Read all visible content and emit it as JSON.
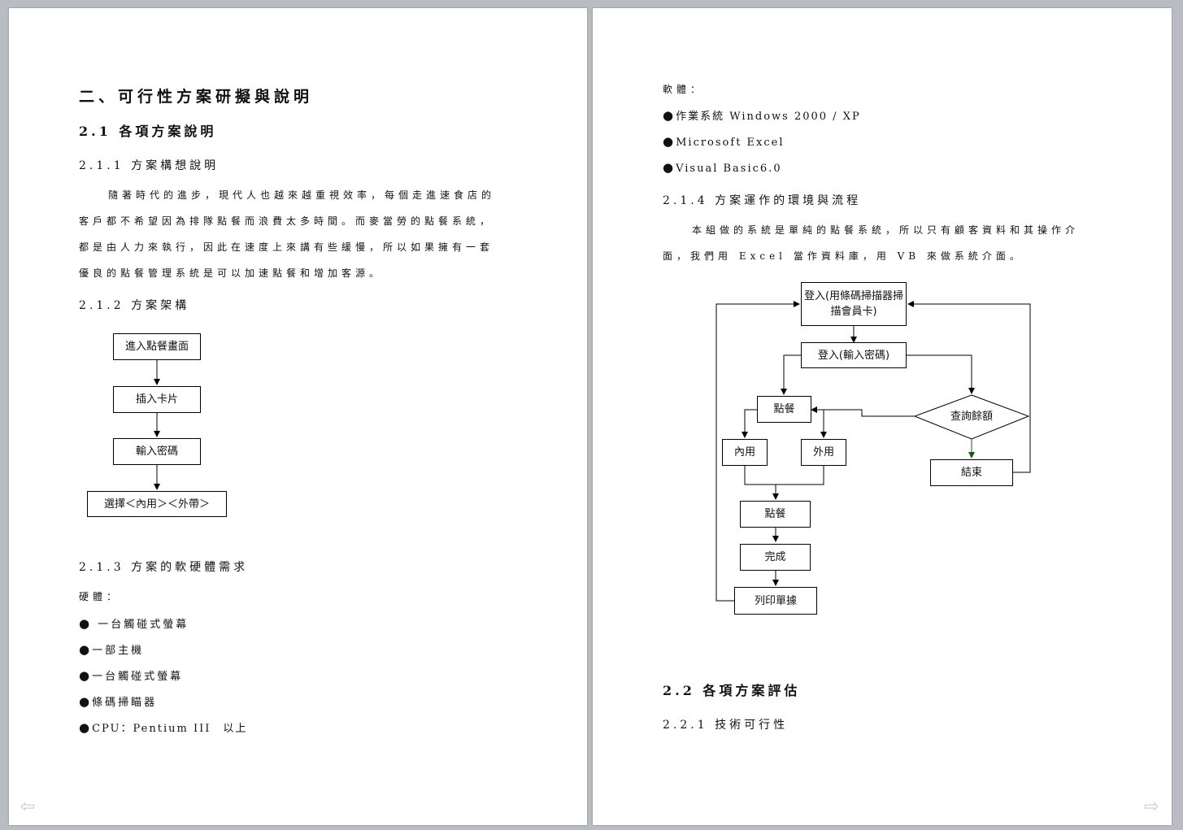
{
  "left": {
    "heading1": "二、可行性方案研擬與說明",
    "heading2": "2.1 各項方案說明",
    "section_211": "2.1.1 方案構想說明",
    "para_211": [
      "隨著時代的進步，現代人也越來越重視效率，每個走進速食店的",
      "客戶都不希望因為排隊點餐而浪費太多時間。而麥當勞的點餐系統，",
      "都是由人力來執行，因此在速度上來講有些緩慢，所以如果擁有一套",
      "優良的點餐管理系統是可以加速點餐和增加客源。"
    ],
    "section_212": "2.1.2 方案架構",
    "flow1": [
      "進入點餐畫面",
      "插入卡片",
      "輸入密碼",
      "選擇＜內用＞＜外帶＞"
    ],
    "section_213": "2.1.3 方案的軟硬體需求",
    "hardware_label": "硬體：",
    "hardware_items": [
      " 一台觸碰式螢幕",
      "一部主機",
      "一台觸碰式螢幕",
      "條碼掃瞄器",
      "CPU：Pentium III　以上"
    ]
  },
  "right": {
    "software_label": "軟體：",
    "software_items": [
      "作業系統 Windows 2000 / XP",
      "Microsoft Excel",
      "Visual Basic6.0"
    ],
    "section_214": "2.1.4 方案運作的環境與流程",
    "para_214": [
      "本組做的系統是單純的點餐系統，所以只有顧客資料和其操作介",
      "面，我們用 Excel 當作資料庫，用 VB 來做系統介面。"
    ],
    "flow2": {
      "login_scan": "登入(用條碼掃描器掃描會員卡)",
      "login_pw": "登入(輸入密碼)",
      "order": "點餐",
      "query": "查詢餘額",
      "dine_in": "內用",
      "take_out": "外用",
      "end": "結束",
      "order2": "點餐",
      "done": "完成",
      "print": "列印單據"
    },
    "section_22": "2.2 各項方案評估",
    "section_221": "2.2.1 技術可行性"
  },
  "icons": {
    "prev": "left-arrow-icon",
    "next": "right-arrow-icon"
  }
}
